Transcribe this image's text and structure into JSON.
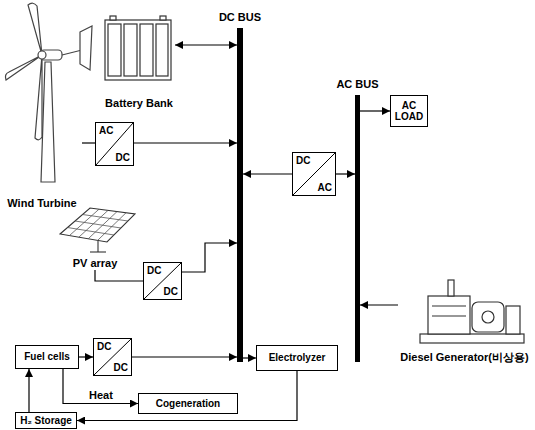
{
  "diagram": {
    "nodes": [
      {
        "text": [
          "DC BUS"
        ]
      },
      {
        "text": [
          "AC BUS"
        ]
      },
      {
        "text": [
          "Battery Bank"
        ]
      },
      {
        "text": [
          "Wind Turbine"
        ]
      },
      {
        "text": [
          "AC",
          "DC"
        ]
      },
      {
        "text": [
          "PV array"
        ]
      },
      {
        "text": [
          "DC",
          "DC"
        ]
      },
      {
        "text": [
          "DC",
          "AC"
        ]
      },
      {
        "text": [
          "AC LOAD"
        ]
      },
      {
        "text": [
          "Fuel cells"
        ]
      },
      {
        "text": [
          "DC",
          "DC"
        ]
      },
      {
        "text": [
          "Electrolyzer"
        ]
      },
      {
        "text": [
          "Diesel Generator(비상용)"
        ]
      },
      {
        "text": [
          "Cogeneration"
        ]
      },
      {
        "text": [
          "H₂ Storage"
        ]
      }
    ],
    "edges": [
      {
        "from": 2,
        "to": 0,
        "arrow": "both"
      },
      {
        "from": 3,
        "to": 4,
        "arrow": "none"
      },
      {
        "from": 4,
        "to": 0,
        "arrow": "to"
      },
      {
        "from": 5,
        "to": 6,
        "arrow": "none"
      },
      {
        "from": 6,
        "to": 0,
        "arrow": "to"
      },
      {
        "from": 7,
        "to": 0,
        "arrow": "to"
      },
      {
        "from": 7,
        "to": 1,
        "arrow": "to"
      },
      {
        "from": 1,
        "to": 8,
        "arrow": "to"
      },
      {
        "from": 12,
        "to": 1,
        "arrow": "to"
      },
      {
        "from": 9,
        "to": 10,
        "arrow": "to"
      },
      {
        "from": 10,
        "to": 0,
        "arrow": "to"
      },
      {
        "from": 0,
        "to": 11,
        "arrow": "to"
      },
      {
        "from": 9,
        "to": 13,
        "label": "Heat",
        "arrow": "to"
      },
      {
        "from": 11,
        "to": 14,
        "arrow": "to"
      },
      {
        "from": 14,
        "to": 9,
        "arrow": "to"
      }
    ]
  }
}
